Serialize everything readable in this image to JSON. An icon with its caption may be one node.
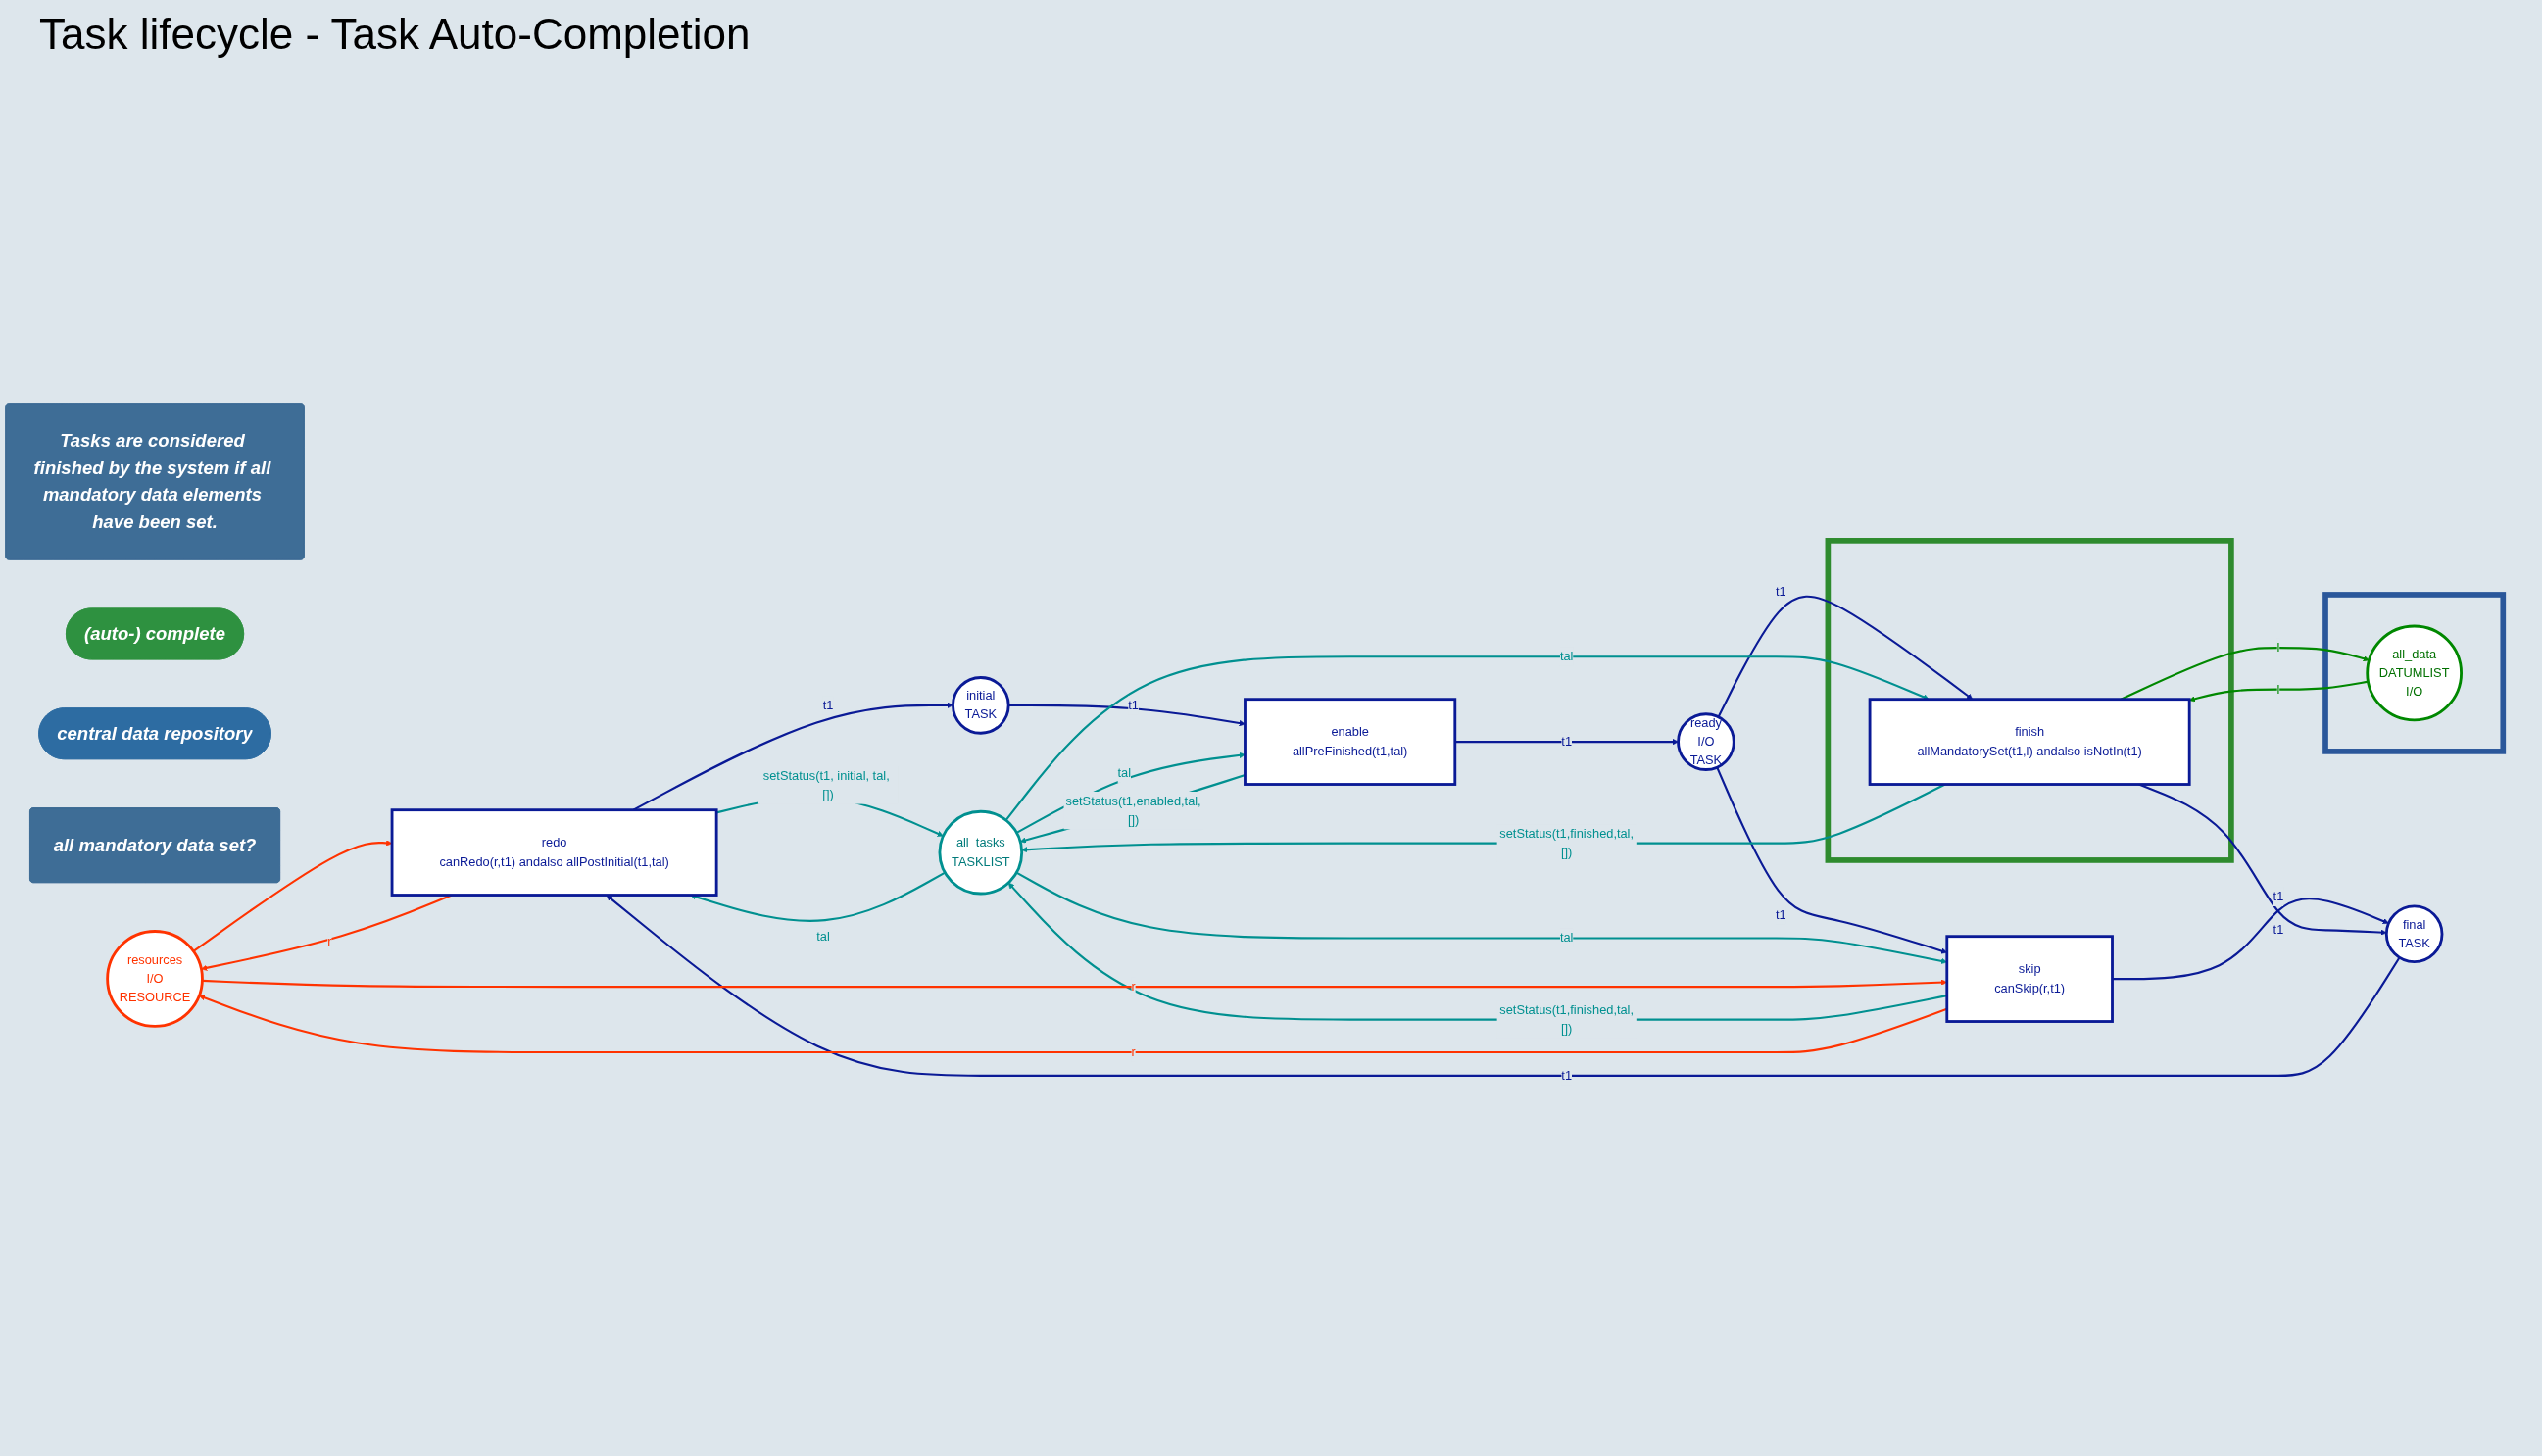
{
  "diagram": {
    "title": "Task lifecycle - Task Auto-Completion",
    "nodes": [
      {
        "text": [
          "resources",
          "I/O",
          "RESOURCE"
        ]
      },
      {
        "text": [
          "redo",
          "canRedo(r,t1) andalso allPostInitial(t1,tal)"
        ]
      },
      {
        "text": [
          "all_tasks",
          "TASKLIST"
        ]
      },
      {
        "text": [
          "skip",
          "canSkip(r,t1)"
        ]
      },
      {
        "text": [
          "initial",
          "TASK"
        ]
      },
      {
        "text": [
          "enable",
          "allPreFinished(t1,tal)"
        ]
      },
      {
        "text": [
          "ready",
          "I/O",
          "TASK"
        ]
      },
      {
        "text": [],
        "shape": "box"
      },
      {
        "text": [
          "finish",
          "allMandatorySet(t1,l) andalso isNotIn(t1)"
        ],
        "in": 7
      },
      {
        "text": [
          "final",
          "TASK"
        ]
      },
      {
        "text": [],
        "shape": "box"
      },
      {
        "text": [
          "all_data",
          "DATUMLIST",
          "I/O"
        ],
        "in": 10
      },
      {
        "text": [
          "Tasks are considered finished by the system if all mandatory data elements have been set."
        ]
      },
      {
        "text": [
          "(auto-) complete"
        ]
      },
      {
        "text": [
          "central data repository"
        ]
      },
      {
        "text": [
          "all mandatory data set?"
        ]
      }
    ],
    "edges": [
      {
        "from": 1,
        "to": 0,
        "arrow": "to",
        "label": "r",
        "color": "#ff3300"
      },
      {
        "from": 0,
        "to": 1,
        "arrow": "to",
        "color": "#ff3300"
      },
      {
        "from": 1,
        "to": 2,
        "arrow": "to",
        "label": "setStatus(t1, initial, tal, [])",
        "color": "#009090"
      },
      {
        "from": 2,
        "to": 1,
        "arrow": "to",
        "label": "tal",
        "color": "#009090"
      },
      {
        "from": 1,
        "to": 4,
        "arrow": "to",
        "label": "t1",
        "color": "#0a1a96"
      },
      {
        "from": 9,
        "to": 1,
        "arrow": "to",
        "label": "t1",
        "color": "#0a1a96"
      },
      {
        "from": 4,
        "to": 5,
        "arrow": "to",
        "label": "t1",
        "color": "#0a1a96"
      },
      {
        "from": 2,
        "to": 5,
        "arrow": "to",
        "label": "tal",
        "color": "#009090"
      },
      {
        "from": 5,
        "to": 2,
        "arrow": "to",
        "label": "setStatus(t1,enabled,tal,[])",
        "color": "#009090"
      },
      {
        "from": 5,
        "to": 6,
        "arrow": "to",
        "label": "t1",
        "color": "#0a1a96"
      },
      {
        "from": 6,
        "to": 3,
        "arrow": "to",
        "label": "t1",
        "color": "#0a1a96"
      },
      {
        "from": 6,
        "to": 8,
        "arrow": "to",
        "label": "t1",
        "color": "#0a1a96"
      },
      {
        "from": 2,
        "to": 3,
        "arrow": "to",
        "label": "tal",
        "color": "#009090"
      },
      {
        "from": 3,
        "to": 2,
        "arrow": "to",
        "label": "setStatus(t1,finished,tal,[])",
        "color": "#009090"
      },
      {
        "from": 2,
        "to": 8,
        "arrow": "to",
        "label": "tal",
        "color": "#009090"
      },
      {
        "from": 8,
        "to": 2,
        "arrow": "to",
        "label": "setStatus(t1,finished,tal,[])",
        "color": "#009090"
      },
      {
        "from": 0,
        "to": 3,
        "arrow": "to",
        "label": "r",
        "color": "#ff3300"
      },
      {
        "from": 3,
        "to": 0,
        "arrow": "to",
        "label": "r",
        "color": "#ff3300"
      },
      {
        "from": 3,
        "to": 9,
        "arrow": "to",
        "label": "t1",
        "color": "#0a1a96"
      },
      {
        "from": 8,
        "to": 9,
        "arrow": "to",
        "label": "t1",
        "color": "#0a1a96"
      },
      {
        "from": 11,
        "to": 8,
        "arrow": "to",
        "label": "l",
        "color": "#008800"
      },
      {
        "from": 8,
        "to": 11,
        "arrow": "to",
        "label": "l",
        "color": "#008800"
      }
    ]
  }
}
